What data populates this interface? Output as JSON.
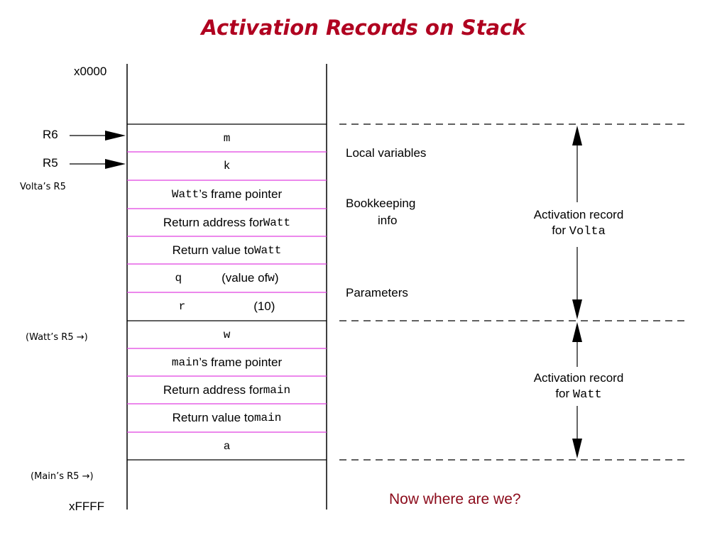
{
  "title": "Activation Records on Stack",
  "addresses": {
    "top": "x0000",
    "bottom": "xFFFF"
  },
  "registers": {
    "r6": "R6",
    "r5": "R5"
  },
  "side_notes": {
    "volta_r5": "Volta’s R5",
    "watt_r5": "(Watt’s R5 →)",
    "main_r5": "(Main’s R5 →)"
  },
  "stack_cells": [
    {
      "code": "m",
      "text": ""
    },
    {
      "code": "k",
      "text": ""
    },
    {
      "code": "Watt",
      "text": "’s frame pointer"
    },
    {
      "text": "Return address for ",
      "code": "Watt"
    },
    {
      "text": "Return value to ",
      "code": "Watt"
    },
    {
      "code": "q",
      "text": "(value of ",
      "code2": "w",
      "text2": ")"
    },
    {
      "code": "r",
      "text": "(10)"
    },
    {
      "code": "w",
      "text": ""
    },
    {
      "code": "main",
      "text": "’s frame pointer"
    },
    {
      "text": "Return address for ",
      "code": "main"
    },
    {
      "text": "Return value to ",
      "code": "main"
    },
    {
      "code": "a",
      "text": ""
    }
  ],
  "regions": {
    "local_variables": "Local variables",
    "bookkeeping_line1": "Bookkeeping",
    "bookkeeping_line2": "info",
    "parameters": "Parameters"
  },
  "activation_records": [
    {
      "line1": "Activation record",
      "line2_text": "for ",
      "line2_code": "Volta"
    },
    {
      "line1": "Activation record",
      "line2_text": "for ",
      "line2_code": "Watt"
    }
  ],
  "question": "Now where are we?",
  "colors": {
    "title": "#b00020",
    "question": "#8b0a1a",
    "divider": "#e040e0",
    "border": "#000000"
  }
}
